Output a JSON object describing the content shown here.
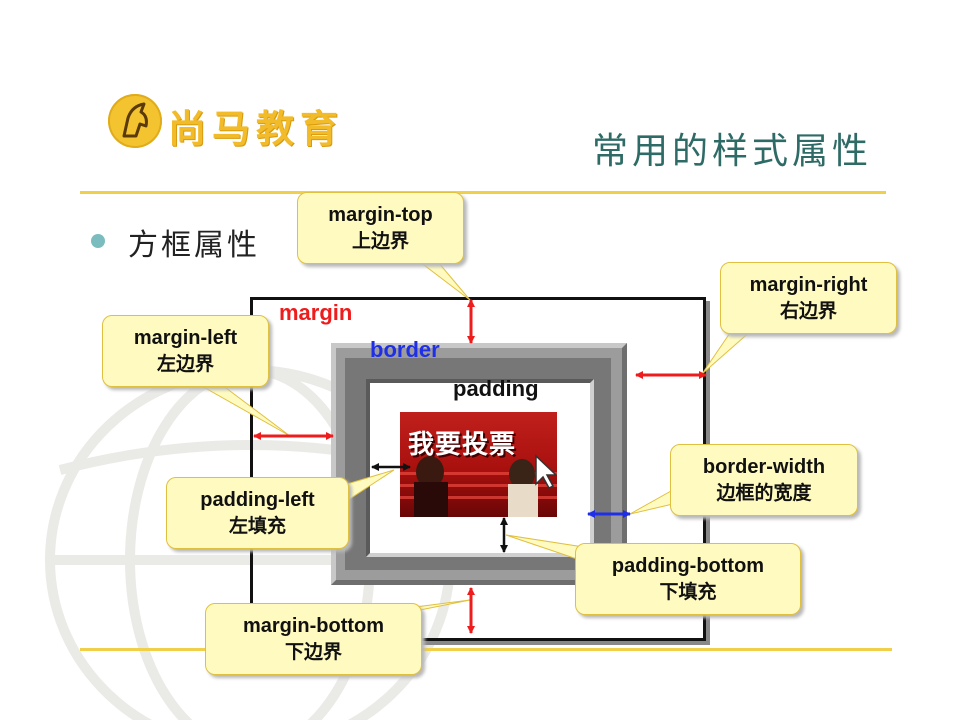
{
  "logo": {
    "text": "尚马教育",
    "icon": "horse-head-icon",
    "color": "#f2bb2a"
  },
  "slide": {
    "title": "常用的样式属性"
  },
  "bullet": {
    "text": "方框属性"
  },
  "diagram": {
    "labels": {
      "margin": "margin",
      "border": "border",
      "padding": "padding"
    },
    "image_text": "我要投票",
    "callouts": {
      "margin_top": {
        "en": "margin-top",
        "cn": "上边界"
      },
      "margin_right": {
        "en": "margin-right",
        "cn": "右边界"
      },
      "margin_left": {
        "en": "margin-left",
        "cn": "左边界"
      },
      "border_width": {
        "en": "border-width",
        "cn": "边框的宽度"
      },
      "padding_left": {
        "en": "padding-left",
        "cn": "左填充"
      },
      "padding_bottom": {
        "en": "padding-bottom",
        "cn": "下填充"
      },
      "margin_bottom": {
        "en": "margin-bottom",
        "cn": "下边界"
      }
    },
    "colors": {
      "margin": "#ee1c1c",
      "border": "#1f2fe8",
      "padding": "#111111",
      "callout_fill": "#fffbc0",
      "rule": "#f0cf4a",
      "title": "#2e6b66"
    }
  }
}
